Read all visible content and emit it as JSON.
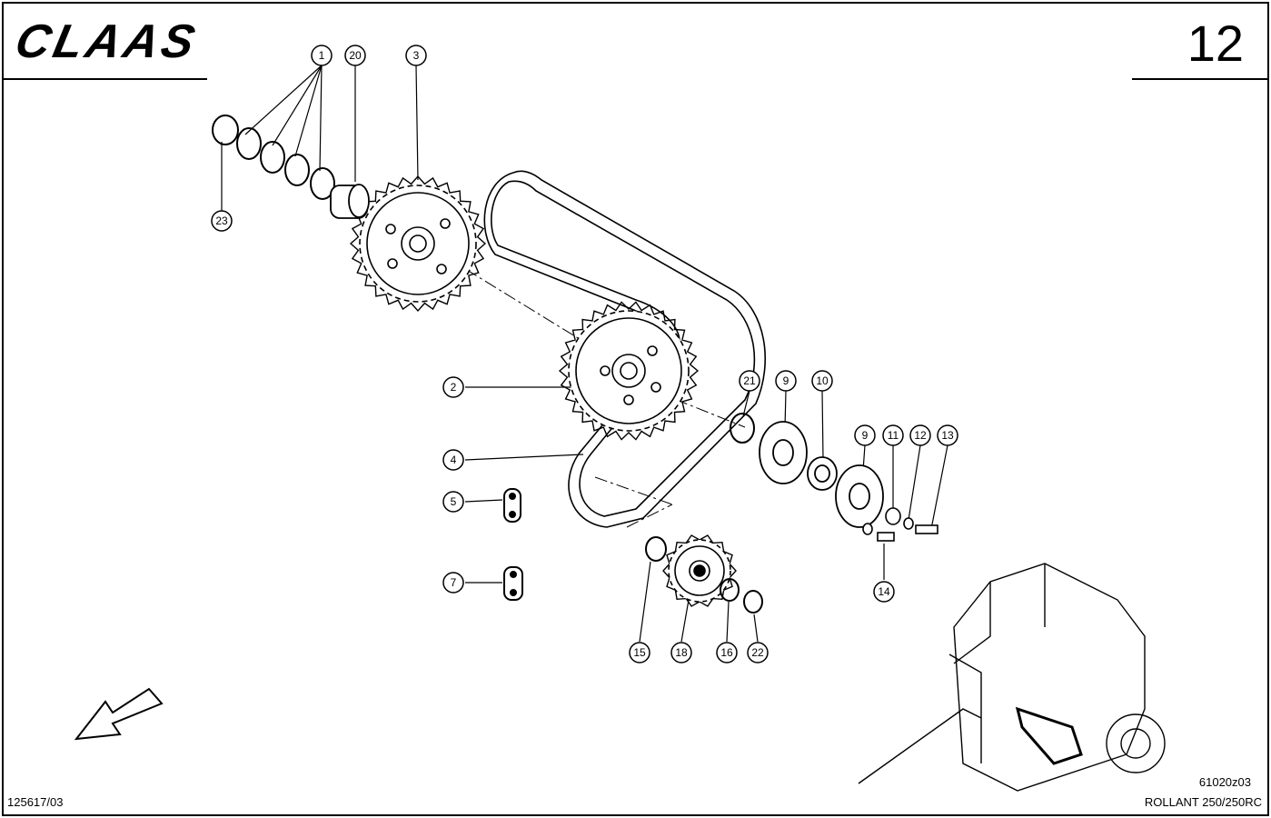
{
  "header": {
    "brand": "CLAAS",
    "page_number": "12"
  },
  "footer": {
    "document_number": "125617/03",
    "figure_code": "61020z03",
    "model": "ROLLANT 250/250RC"
  },
  "callouts": [
    "1",
    "20",
    "3",
    "23",
    "2",
    "21",
    "9",
    "10",
    "9",
    "11",
    "12",
    "13",
    "4",
    "5",
    "7",
    "14",
    "15",
    "18",
    "16",
    "22"
  ],
  "icons": {
    "direction_arrow": "arrow-down-left-icon"
  }
}
